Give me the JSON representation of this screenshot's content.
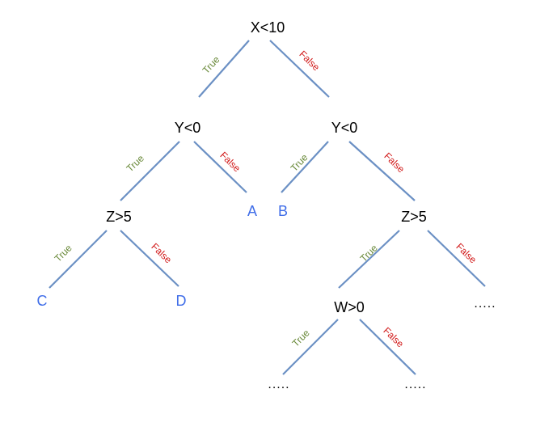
{
  "tree": {
    "root": "X<10",
    "left_y": "Y<0",
    "right_y": "Y<0",
    "left_z": "Z>5",
    "right_z": "Z>5",
    "w_node": "W>0",
    "leaf_a": "A",
    "leaf_b": "B",
    "leaf_c": "C",
    "leaf_d": "D",
    "ellipsis_right_z": ".....",
    "ellipsis_w_true": ".....",
    "ellipsis_w_false": "....."
  },
  "edge_labels": {
    "true": "True",
    "false": "False"
  },
  "colors": {
    "edge": "#6b90c4",
    "true_label": "#6a8a3a",
    "false_label": "#d11a1a",
    "leaf": "#3f6de8",
    "node": "#000000"
  }
}
